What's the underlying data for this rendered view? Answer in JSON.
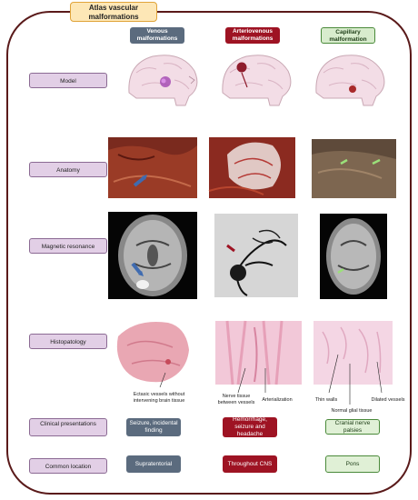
{
  "title": "Atlas vascular malformations",
  "columns": [
    {
      "id": "venous",
      "label": "Venous malformations"
    },
    {
      "id": "av",
      "label": "Arteriovenous malformations"
    },
    {
      "id": "cap",
      "label": "Capillary malformation"
    }
  ],
  "rows": {
    "model": "Model",
    "anatomy": "Anatomy",
    "mri": "Magnetic resonance",
    "histo": "Histopatology",
    "clinical": "Clinical presentations",
    "location": "Common location"
  },
  "histo_annotations": {
    "venous": "Ectasic vessels without intervening brain tissue",
    "av_nerve": "Nerve tissue between vessels",
    "av_arterial": "Arterialization",
    "cap_thin": "Thin walls",
    "cap_dilated": "Dilated vessels",
    "cap_glial": "Normal glial tissue"
  },
  "clinical": {
    "venous": "Seizure, incidental finding",
    "av": "Hemorrhage, seizure and headache",
    "cap": "Cranial nerve palsies"
  },
  "location": {
    "venous": "Supratentorial",
    "av": "Throughout CNS",
    "cap": "Pons"
  },
  "colors": {
    "venous": "#5b6b7e",
    "av": "#9e1323",
    "cap": "#d8eccd",
    "row_label": "#e2cfe6",
    "frame": "#5a1a1a",
    "title_bg": "#fde7b6"
  }
}
